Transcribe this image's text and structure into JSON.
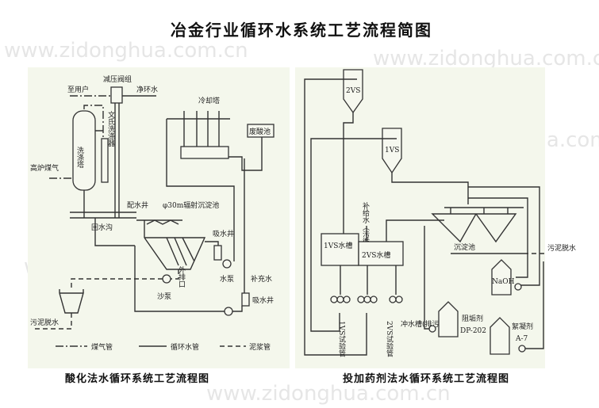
{
  "title": "冶金行业循环水系统工艺流程简图",
  "watermark": "www.zidonghua.com.cn",
  "left": {
    "caption": "酸化法水循环系统工艺流程图",
    "labels": {
      "to_user": "至用户",
      "valve_group": "减压阀组",
      "clean_water": "净环水",
      "scrubber": "洗涤塔",
      "venturi": "文氏洗涤器",
      "blast_gas": "高炉煤气",
      "cooling_tower": "冷却塔",
      "waste_acid": "废酸池",
      "distribution_well": "配水井",
      "clarifier": "φ30m辐射沉淀池",
      "return_ditch": "回水沟",
      "suction_well_1": "吸水井",
      "outfall": "外排口",
      "water_pump": "水泵",
      "makeup_water": "补充水",
      "suction_well_2": "吸水井",
      "sand_pump": "沙泵",
      "sludge_dewater": "污泥脱水"
    },
    "legend": [
      "煤气管",
      "循环水管",
      "泥浆管"
    ]
  },
  "right": {
    "caption": "投加药剂法水循环系统工艺流程图",
    "labels": {
      "vs2": "2VS",
      "vs1": "1VS",
      "makeup": "补给水（污循环）",
      "tank1": "1VS水槽",
      "tank2": "2VS水槽",
      "settling": "沉淀池",
      "sludge_dewater": "污泥脱水",
      "naoh": "NaOH",
      "inhibitor": "阻垢剂",
      "inhibitor_code": "DP-202",
      "flocculant": "絮凝剂",
      "flocculant_code": "A-7",
      "test1": "1VS试验管",
      "test2": "2VS试验管",
      "flush": "冲水槽(排污)"
    }
  }
}
